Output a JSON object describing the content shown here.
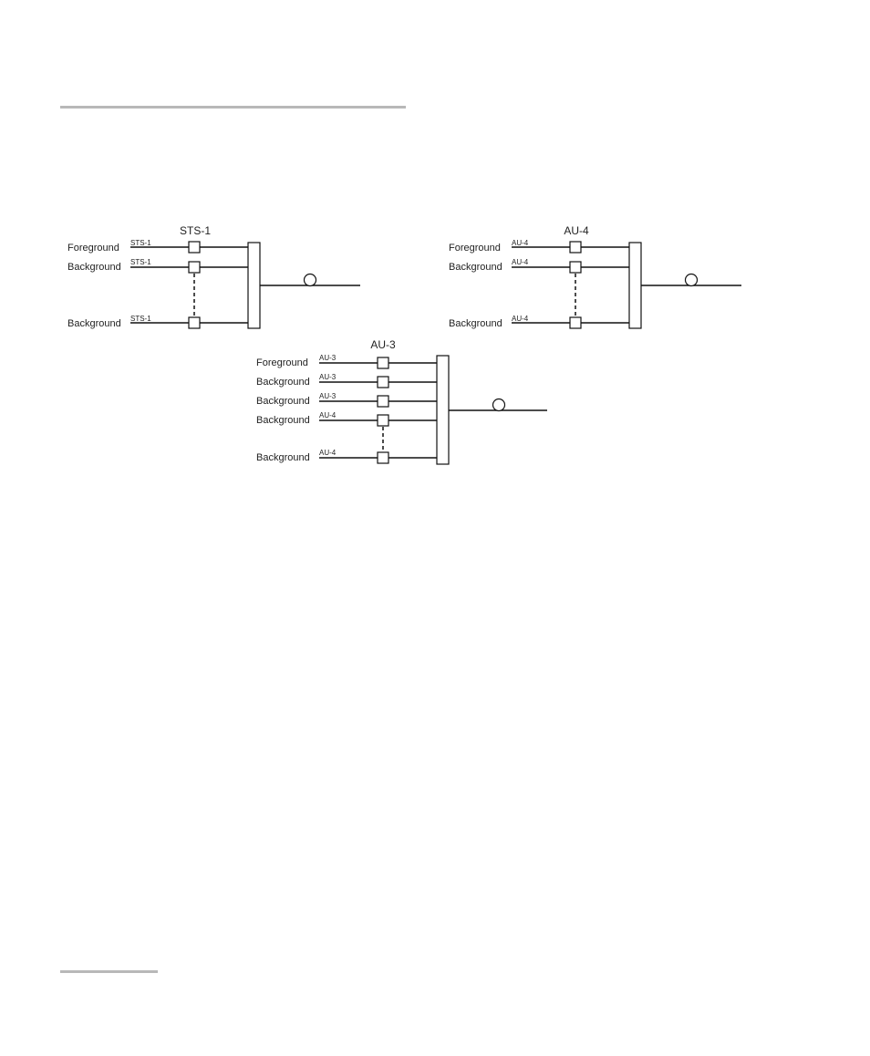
{
  "diagrams": [
    {
      "id": "sts1",
      "title": "STS-1",
      "rows": [
        {
          "label": "Foreground",
          "sub": "STS-1"
        },
        {
          "label": "Background",
          "sub": "STS-1"
        },
        {
          "label": "Background",
          "sub": "STS-1"
        }
      ]
    },
    {
      "id": "au4",
      "title": "AU-4",
      "rows": [
        {
          "label": "Foreground",
          "sub": "AU-4"
        },
        {
          "label": "Background",
          "sub": "AU-4"
        },
        {
          "label": "Background",
          "sub": "AU-4"
        }
      ]
    },
    {
      "id": "au3",
      "title": "AU-3",
      "rows": [
        {
          "label": "Foreground",
          "sub": "AU-3"
        },
        {
          "label": "Background",
          "sub": "AU-3"
        },
        {
          "label": "Background",
          "sub": "AU-3"
        },
        {
          "label": "Background",
          "sub": "AU-4"
        },
        {
          "label": "Background",
          "sub": "AU-4"
        }
      ]
    }
  ]
}
